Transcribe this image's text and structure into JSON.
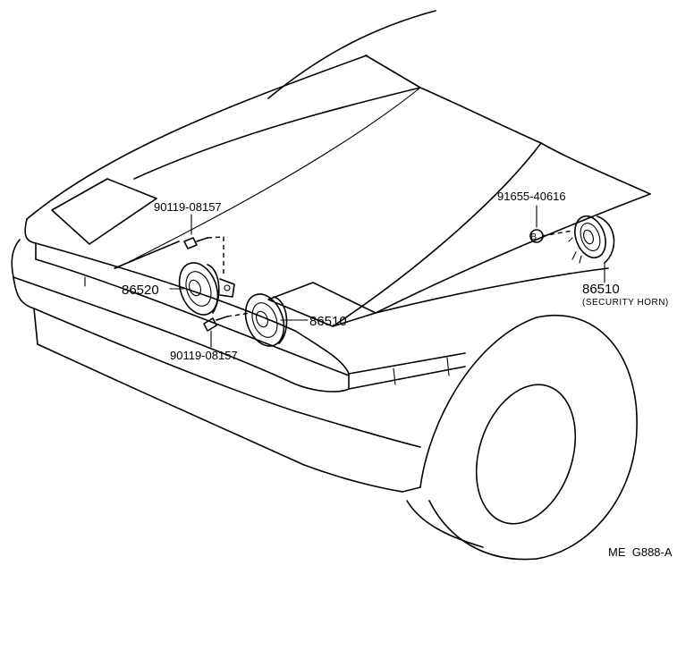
{
  "labels": {
    "bolt_upper": "90119-08157",
    "horn_left": "86520",
    "horn_center": "86510",
    "bolt_lower": "90119-08157",
    "bolt_security": "91655-40616",
    "bolt_security_marker": "B",
    "horn_security": "86510",
    "horn_security_note": "(SECURITY HORN)",
    "figure_code": "ME  G888-A"
  }
}
